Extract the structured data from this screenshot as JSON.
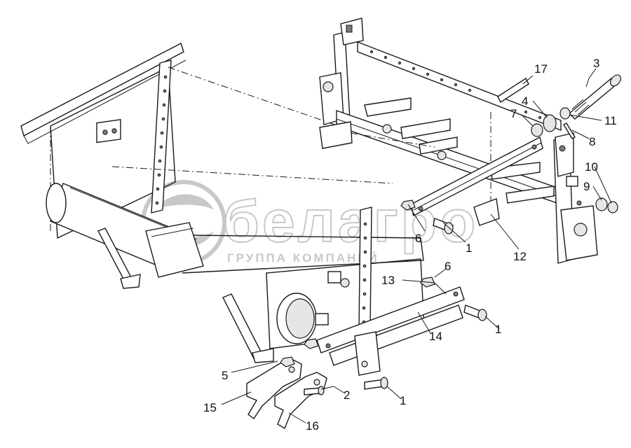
{
  "diagram": {
    "watermark": {
      "brand": "белагро",
      "tagline": "ГРУППА КОМПАНИЙ"
    },
    "callouts": [
      "1",
      "1",
      "1",
      "2",
      "3",
      "4",
      "5",
      "6",
      "6",
      "7",
      "8",
      "9",
      "10",
      "11",
      "12",
      "13",
      "14",
      "15",
      "16",
      "17"
    ]
  }
}
